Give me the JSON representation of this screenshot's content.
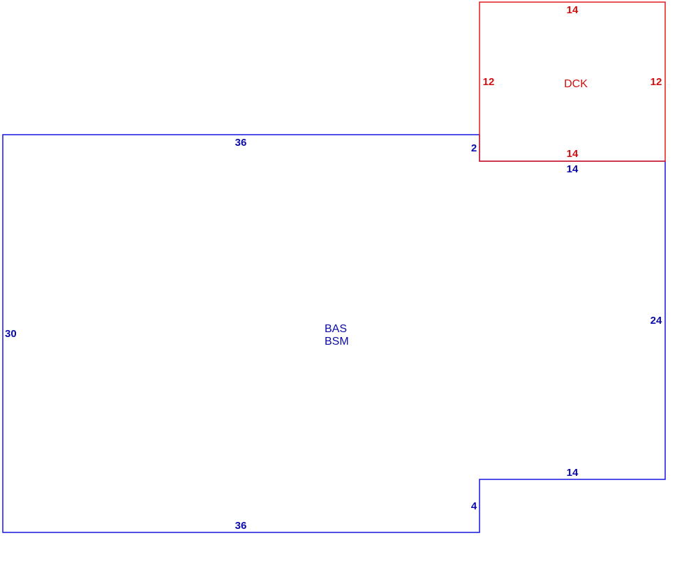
{
  "colors": {
    "main": "#1515e0",
    "main_text": "#0a0aa8",
    "deck": "#e21a1a",
    "deck_text": "#d01010",
    "background": "#ffffff"
  },
  "main_area": {
    "label_line1": "BAS",
    "label_line2": "BSM",
    "dims": {
      "top": "36",
      "top_right_step": "2",
      "upper_right": "14",
      "right": "24",
      "lower_right": "14",
      "bottom_right_step": "4",
      "bottom": "36",
      "left": "30"
    }
  },
  "deck_area": {
    "label": "DCK",
    "dims": {
      "top": "14",
      "left": "12",
      "right": "12",
      "bottom": "14"
    }
  }
}
